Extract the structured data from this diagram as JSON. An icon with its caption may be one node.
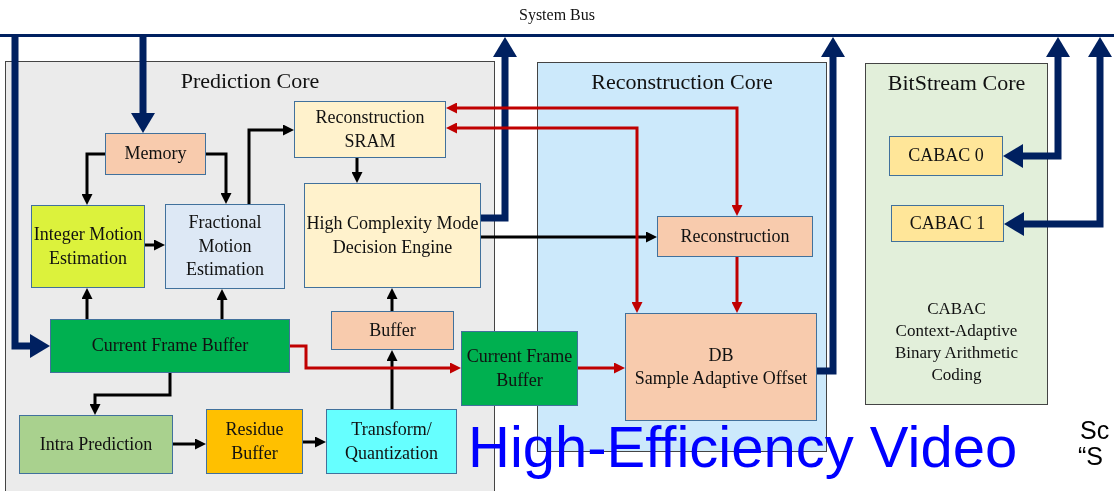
{
  "diagram": {
    "nodes": [
      {
        "text": [
          "System Bus"
        ]
      },
      {
        "text": [
          "Prediction Core"
        ]
      },
      {
        "text": [
          "Memory"
        ],
        "in": 1
      },
      {
        "text": [
          "Reconstruction SRAM"
        ],
        "in": 1
      },
      {
        "text": [
          "Integer Motion Estimation"
        ],
        "in": 1
      },
      {
        "text": [
          "Fractional Motion Estimation"
        ],
        "in": 1
      },
      {
        "text": [
          "High Complexity Mode Decision Engine"
        ],
        "in": 1
      },
      {
        "text": [
          "Current Frame Buffer"
        ],
        "in": 1
      },
      {
        "text": [
          "Buffer"
        ],
        "in": 1
      },
      {
        "text": [
          "Intra Prediction"
        ],
        "in": 1
      },
      {
        "text": [
          "Residue Buffer"
        ],
        "in": 1
      },
      {
        "text": [
          "Transform/ Quantization"
        ],
        "in": 1
      },
      {
        "text": [
          "Reconstruction Core"
        ]
      },
      {
        "text": [
          "Current Frame Buffer"
        ]
      },
      {
        "text": [
          "Reconstruction"
        ],
        "in": 12
      },
      {
        "text": [
          "DB",
          "Sample Adaptive Offset"
        ],
        "in": 12
      },
      {
        "text": [
          "BitStream Core",
          "CABAC",
          "Context-Adaptive Binary Arithmetic Coding"
        ]
      },
      {
        "text": [
          "CABAC 0"
        ],
        "in": 16
      },
      {
        "text": [
          "CABAC 1"
        ],
        "in": 16
      }
    ],
    "edges": [
      {
        "from": 0,
        "to": 7,
        "arrow": "to",
        "style": "thick",
        "color": "#002060"
      },
      {
        "from": 0,
        "to": 2,
        "arrow": "to",
        "style": "thick",
        "color": "#002060"
      },
      {
        "from": 6,
        "to": 0,
        "arrow": "to",
        "style": "thick",
        "color": "#002060"
      },
      {
        "from": 15,
        "to": 0,
        "arrow": "to",
        "style": "thick",
        "color": "#002060"
      },
      {
        "from": 17,
        "to": 0,
        "arrow": "both",
        "style": "thick",
        "color": "#002060"
      },
      {
        "from": 18,
        "to": 0,
        "arrow": "both",
        "style": "thick",
        "color": "#002060"
      },
      {
        "from": 2,
        "to": 4,
        "arrow": "to"
      },
      {
        "from": 2,
        "to": 5,
        "arrow": "to"
      },
      {
        "from": 4,
        "to": 5,
        "arrow": "to"
      },
      {
        "from": 5,
        "to": 3,
        "arrow": "to"
      },
      {
        "from": 3,
        "to": 6,
        "arrow": "to"
      },
      {
        "from": 7,
        "to": 4,
        "arrow": "to"
      },
      {
        "from": 7,
        "to": 5,
        "arrow": "to"
      },
      {
        "from": 7,
        "to": 9,
        "arrow": "to"
      },
      {
        "from": 9,
        "to": 10,
        "arrow": "to"
      },
      {
        "from": 10,
        "to": 11,
        "arrow": "to"
      },
      {
        "from": 11,
        "to": 8,
        "arrow": "to"
      },
      {
        "from": 8,
        "to": 6,
        "arrow": "to"
      },
      {
        "from": 6,
        "to": 14,
        "arrow": "to"
      },
      {
        "from": 7,
        "to": 13,
        "arrow": "to",
        "color": "#c00000"
      },
      {
        "from": 13,
        "to": 15,
        "arrow": "to",
        "color": "#c00000"
      },
      {
        "from": 3,
        "to": 14,
        "arrow": "both",
        "color": "#c00000"
      },
      {
        "from": 3,
        "to": 15,
        "arrow": "both",
        "color": "#c00000"
      },
      {
        "from": 14,
        "to": 15,
        "arrow": "to",
        "color": "#c00000"
      }
    ],
    "labels": [
      "High-Efficiency Video",
      "Sc",
      "“S"
    ]
  }
}
